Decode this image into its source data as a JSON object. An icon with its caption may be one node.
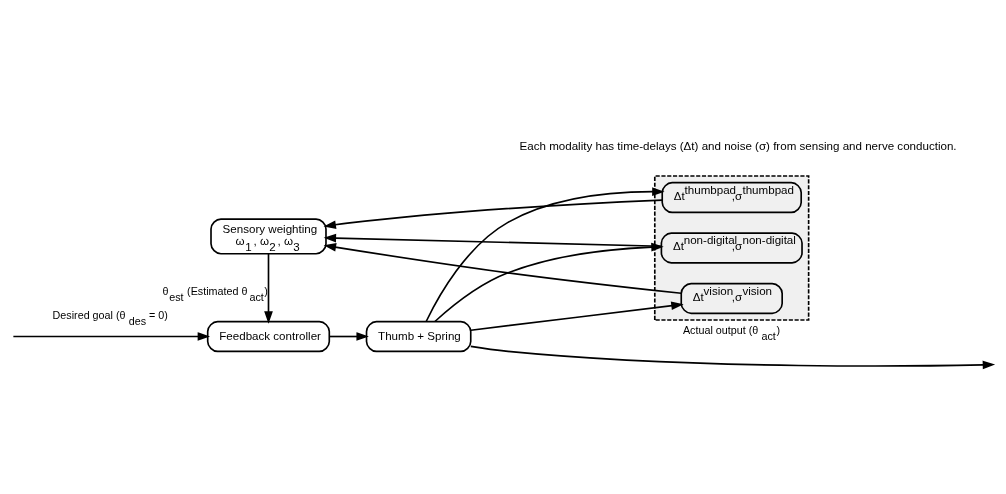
{
  "diagram": {
    "nodes": [
      {
        "text": [
          "Feedback controller"
        ]
      },
      {
        "text": [
          "Thumb + Spring"
        ]
      },
      {
        "text": [],
        "shape": "box",
        "beside": [
          "Each modality has time-delays (Δt) and noise (σ) from sensing and nerve conduction."
        ]
      },
      {
        "text": [
          "Δt$^{thumbpad}$,σ$^{thumbpad}$"
        ],
        "in": 2
      },
      {
        "text": [
          "Δt$^{non-digital}$,σ$^{non-digital}$"
        ],
        "in": 2
      },
      {
        "text": [
          "Δt$^{vision}$,σ$^{vision}$"
        ],
        "in": 2
      },
      {
        "text": [
          "Sensory weighting",
          "ω$_{1}$, ω$_{2}$, ω$_{3}$"
        ]
      }
    ],
    "edges": [
      {
        "from": null,
        "to": 0,
        "arrow": "to",
        "label": "Desired goal (θ$_{des}$ = 0)"
      },
      {
        "from": 0,
        "to": 1,
        "arrow": "to"
      },
      {
        "from": 1,
        "to": null,
        "arrow": "to",
        "label": "Actual output (θ$_{act}$)"
      },
      {
        "from": 1,
        "to": 3,
        "arrow": "to"
      },
      {
        "from": 1,
        "to": 4,
        "arrow": "to"
      },
      {
        "from": 1,
        "to": 5,
        "arrow": "to"
      },
      {
        "from": 3,
        "to": 6,
        "arrow": "to"
      },
      {
        "from": 4,
        "to": 6,
        "arrow": "to"
      },
      {
        "from": 5,
        "to": 6,
        "arrow": "to"
      },
      {
        "from": 6,
        "to": 0,
        "arrow": "to",
        "label": "θ$_{est}$ (Estimated θ$_{act}$)"
      }
    ]
  }
}
